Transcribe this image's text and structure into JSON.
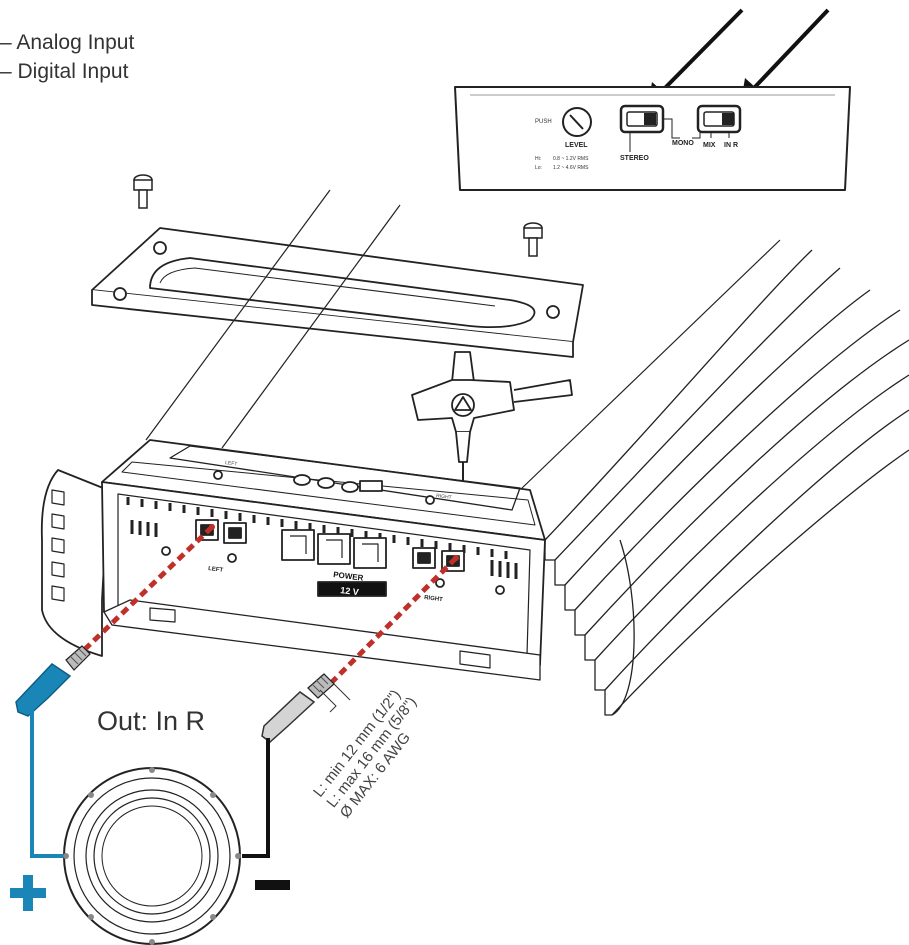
{
  "legend": {
    "line1": "– Analog Input",
    "line2": "– Digital Input"
  },
  "control_panel": {
    "push": "PUSH",
    "level": "LEVEL",
    "hi_label": "Hi:",
    "hi_value": "0.8 ~ 1.2V RMS",
    "lo_label": "Lo:",
    "lo_value": "1.2 ~ 4.6V RMS",
    "stereo": "STEREO",
    "mono": "MONO",
    "mix": "MIX",
    "in_r": "IN R"
  },
  "amplifier": {
    "left_label": "LEFT",
    "right_label": "RIGHT",
    "power_label": "POWER",
    "voltage_label": "12 V",
    "left_top": "LEFT",
    "right_top": "RIGHT"
  },
  "output": {
    "label": "Out: In R",
    "plus": "+",
    "minus": "−"
  },
  "wire_spec": {
    "line1": "L: min 12 mm (1/2\")",
    "line2": "L: max 16 mm (5/8\")",
    "line3": "Ø MAX: 6 AWG"
  },
  "colors": {
    "positive": "#1a86b8",
    "negative": "#1a1a1a",
    "dashed_wire": "#c0302b"
  }
}
